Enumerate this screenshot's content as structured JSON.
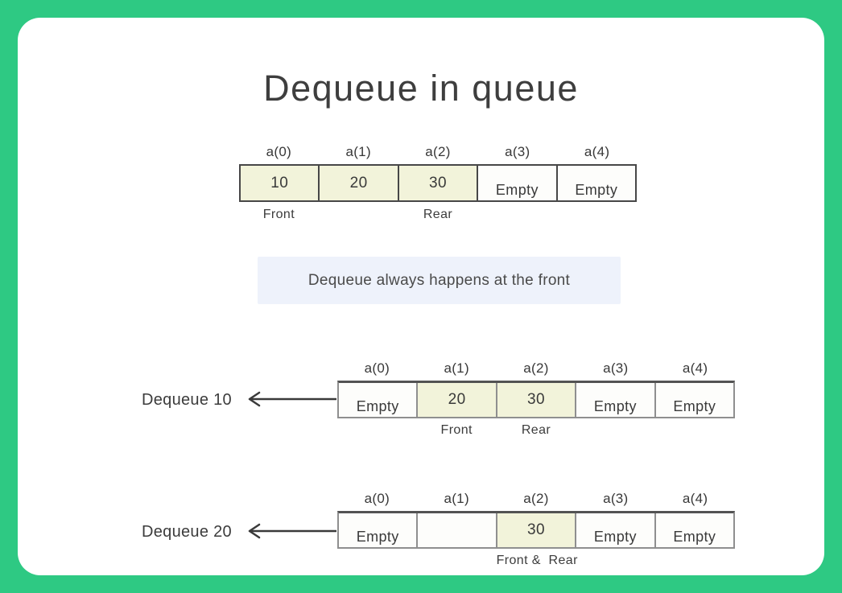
{
  "title": "Dequeue in queue",
  "note": "Dequeue always happens at the front",
  "colors": {
    "background_green": "#2ec983",
    "card_white": "#ffffff",
    "filled_cell_yellow": "#f2f3da",
    "empty_cell_white": "#fdfdfb",
    "note_background_blue": "#eef2fb",
    "text_dark": "#3d3d3d"
  },
  "icons": {
    "dequeue_arrow": "←"
  },
  "queues": {
    "q1": {
      "cells": [
        {
          "label": "a(0)",
          "value": "10",
          "filled": true,
          "sub": "Front"
        },
        {
          "label": "a(1)",
          "value": "20",
          "filled": true,
          "sub": ""
        },
        {
          "label": "a(2)",
          "value": "30",
          "filled": true,
          "sub": "Rear"
        },
        {
          "label": "a(3)",
          "value": "Empty",
          "filled": false,
          "sub": ""
        },
        {
          "label": "a(4)",
          "value": "Empty",
          "filled": false,
          "sub": ""
        }
      ]
    },
    "q2": {
      "action": "Dequeue 10",
      "cells": [
        {
          "label": "a(0)",
          "value": "Empty",
          "filled": false,
          "sub": ""
        },
        {
          "label": "a(1)",
          "value": "20",
          "filled": true,
          "sub": "Front"
        },
        {
          "label": "a(2)",
          "value": "30",
          "filled": true,
          "sub": "Rear"
        },
        {
          "label": "a(3)",
          "value": "Empty",
          "filled": false,
          "sub": ""
        },
        {
          "label": "a(4)",
          "value": "Empty",
          "filled": false,
          "sub": ""
        }
      ]
    },
    "q3": {
      "action": "Dequeue 20",
      "cells": [
        {
          "label": "a(0)",
          "value": "Empty",
          "filled": false,
          "sub": ""
        },
        {
          "label": "a(1)",
          "value": "",
          "filled": false,
          "sub": ""
        },
        {
          "label": "a(2)",
          "value": "30",
          "filled": true,
          "sub": "Front &  Rear"
        },
        {
          "label": "a(3)",
          "value": "Empty",
          "filled": false,
          "sub": ""
        },
        {
          "label": "a(4)",
          "value": "Empty",
          "filled": false,
          "sub": ""
        }
      ]
    }
  }
}
